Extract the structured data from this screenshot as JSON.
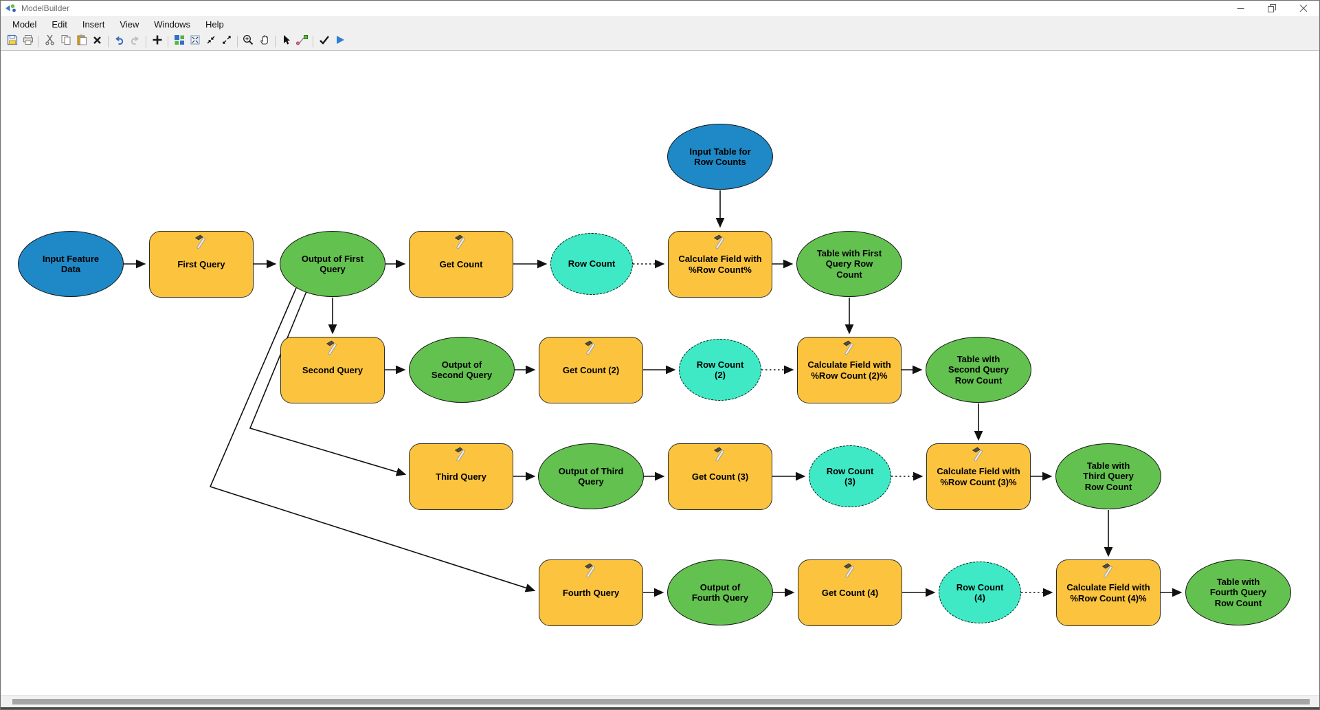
{
  "window": {
    "title": "ModelBuilder",
    "controls": [
      "minimize",
      "maximize-restore",
      "close"
    ]
  },
  "menu": {
    "items": [
      "Model",
      "Edit",
      "Insert",
      "View",
      "Windows",
      "Help"
    ]
  },
  "toolbar": {
    "icons": [
      "save-icon",
      "print-icon",
      "cut-icon",
      "copy-icon",
      "paste-icon",
      "delete-icon",
      "undo-icon",
      "redo-icon",
      "add-data-or-tool-icon",
      "auto-layout-icon",
      "fit-to-window-icon",
      "fixed-zoom-in-icon",
      "fixed-zoom-out-icon",
      "zoom-in-icon",
      "pan-icon",
      "select-icon",
      "connect-icon",
      "validate-icon",
      "run-icon"
    ]
  },
  "colors": {
    "input_data_blue": "#1F88C6",
    "derived_data_green": "#63C14F",
    "derived_value_cyan": "#3FE9C5",
    "tool_yellow": "#FBC33E",
    "connector": "#111111"
  },
  "nodes": {
    "input_feature_data": "Input Feature\nData",
    "first_query": "First Query",
    "output_first": "Output of First\nQuery",
    "get_count": "Get Count",
    "row_count": "Row Count",
    "calc_field_1": "Calculate Field with\n%Row Count%",
    "table_first": "Table with First\nQuery Row\nCount",
    "input_table": "Input Table for\nRow Counts",
    "second_query": "Second Query",
    "output_second": "Output of\nSecond Query",
    "get_count_2": "Get Count (2)",
    "row_count_2": "Row Count\n(2)",
    "calc_field_2": "Calculate Field with\n%Row Count (2)%",
    "table_second": "Table with\nSecond Query\nRow Count",
    "third_query": "Third Query",
    "output_third": "Output of Third\nQuery",
    "get_count_3": "Get Count (3)",
    "row_count_3": "Row Count\n(3)",
    "calc_field_3": "Calculate Field with\n%Row Count (3)%",
    "table_third": "Table with\nThird Query\nRow Count",
    "fourth_query": "Fourth Query",
    "output_fourth": "Output of\nFourth Query",
    "get_count_4": "Get Count (4)",
    "row_count_4": "Row Count\n(4)",
    "calc_field_4": "Calculate Field with\n%Row Count (4)%",
    "table_fourth": "Table with\nFourth Query\nRow Count"
  },
  "edges": [
    {
      "from": "input_feature_data",
      "to": "first_query",
      "style": "solid"
    },
    {
      "from": "first_query",
      "to": "output_first",
      "style": "solid"
    },
    {
      "from": "output_first",
      "to": "get_count",
      "style": "solid"
    },
    {
      "from": "get_count",
      "to": "row_count",
      "style": "solid"
    },
    {
      "from": "row_count",
      "to": "calc_field_1",
      "style": "dotted"
    },
    {
      "from": "input_table",
      "to": "calc_field_1",
      "style": "solid"
    },
    {
      "from": "calc_field_1",
      "to": "table_first",
      "style": "solid"
    },
    {
      "from": "output_first",
      "to": "second_query",
      "style": "solid"
    },
    {
      "from": "table_first",
      "to": "calc_field_2",
      "style": "solid"
    },
    {
      "from": "second_query",
      "to": "output_second",
      "style": "solid"
    },
    {
      "from": "output_second",
      "to": "get_count_2",
      "style": "solid"
    },
    {
      "from": "get_count_2",
      "to": "row_count_2",
      "style": "solid"
    },
    {
      "from": "row_count_2",
      "to": "calc_field_2",
      "style": "dotted"
    },
    {
      "from": "calc_field_2",
      "to": "table_second",
      "style": "solid"
    },
    {
      "from": "output_first",
      "to": "third_query",
      "style": "solid"
    },
    {
      "from": "table_second",
      "to": "calc_field_3",
      "style": "solid"
    },
    {
      "from": "third_query",
      "to": "output_third",
      "style": "solid"
    },
    {
      "from": "output_third",
      "to": "get_count_3",
      "style": "solid"
    },
    {
      "from": "get_count_3",
      "to": "row_count_3",
      "style": "solid"
    },
    {
      "from": "row_count_3",
      "to": "calc_field_3",
      "style": "dotted"
    },
    {
      "from": "calc_field_3",
      "to": "table_third",
      "style": "solid"
    },
    {
      "from": "output_first",
      "to": "fourth_query",
      "style": "solid"
    },
    {
      "from": "table_third",
      "to": "calc_field_4",
      "style": "solid"
    },
    {
      "from": "fourth_query",
      "to": "output_fourth",
      "style": "solid"
    },
    {
      "from": "output_fourth",
      "to": "get_count_4",
      "style": "solid"
    },
    {
      "from": "get_count_4",
      "to": "row_count_4",
      "style": "solid"
    },
    {
      "from": "row_count_4",
      "to": "calc_field_4",
      "style": "dotted"
    },
    {
      "from": "calc_field_4",
      "to": "table_fourth",
      "style": "solid"
    }
  ]
}
